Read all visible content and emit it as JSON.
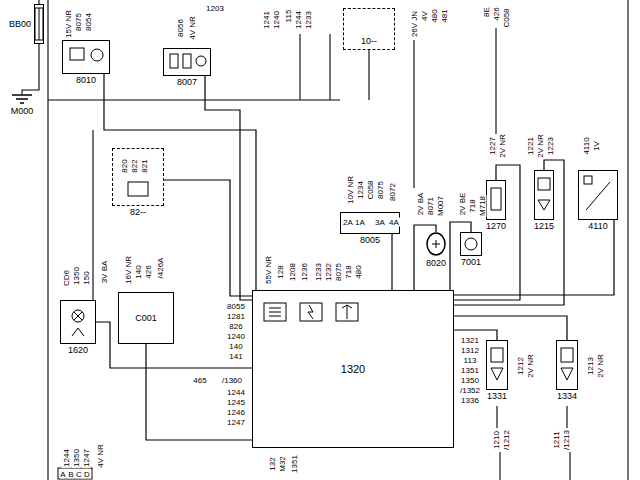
{
  "diagram": {
    "nodes": [
      {
        "text": [
          "BB00"
        ]
      },
      {
        "text": [
          "M000"
        ]
      },
      {
        "text": [
          "8010"
        ]
      },
      {
        "text": [
          "8007"
        ]
      },
      {
        "text": [
          "10--"
        ]
      },
      {
        "text": [
          "82--"
        ]
      },
      {
        "text": [
          "C001"
        ]
      },
      {
        "text": [
          "1620"
        ]
      },
      {
        "text": [
          "8005"
        ]
      },
      {
        "text": [
          "8020"
        ]
      },
      {
        "text": [
          "7001"
        ]
      },
      {
        "text": [
          "1270"
        ]
      },
      {
        "text": [
          "1215"
        ]
      },
      {
        "text": [
          "4110"
        ]
      },
      {
        "text": [
          "1320"
        ]
      },
      {
        "text": [
          "1331"
        ]
      },
      {
        "text": [
          "1334"
        ]
      }
    ],
    "edges": [
      {
        "from": 14,
        "to": 15,
        "arrow": "none"
      },
      {
        "from": 14,
        "to": 16,
        "arrow": "none"
      },
      {
        "from": 14,
        "to": 7,
        "arrow": "none"
      },
      {
        "from": 14,
        "to": 6,
        "arrow": "none"
      },
      {
        "from": 14,
        "to": 8,
        "arrow": "none"
      },
      {
        "from": 14,
        "to": 9,
        "arrow": "none"
      },
      {
        "from": 14,
        "to": 10,
        "arrow": "none"
      },
      {
        "from": 14,
        "to": 11,
        "arrow": "none"
      },
      {
        "from": 14,
        "to": 12,
        "arrow": "none"
      },
      {
        "from": 14,
        "to": 13,
        "arrow": "none"
      },
      {
        "from": 14,
        "to": 5,
        "arrow": "none"
      },
      {
        "from": 14,
        "to": 3,
        "arrow": "none"
      },
      {
        "from": 14,
        "to": 2,
        "arrow": "none"
      }
    ],
    "labels": [
      "15V NR",
      "8075",
      "8054",
      "1203",
      "8056",
      "4V NR",
      "1241",
      "1240",
      "115",
      "1244",
      "1233",
      "26V JN",
      "4V",
      "480",
      "481",
      "8E",
      "426",
      "C058",
      "820",
      "822",
      "821",
      "1227",
      "2V NR",
      "1221",
      "2V NR",
      "1223",
      "4110",
      "1V",
      "10V NR",
      "1234",
      "C058",
      "8075",
      "8072",
      "2A",
      "1A",
      "3A",
      "4A",
      "2V BA",
      "8071",
      "M007",
      "2V BE",
      "718",
      "M718",
      "16V NR",
      "140",
      "426",
      "/426A",
      "CD6",
      "1350",
      "150",
      "3V BA",
      "8055",
      "1281",
      "826",
      "1240",
      "140",
      "141",
      "465",
      "/1360",
      "1244",
      "1245",
      "1246",
      "1247",
      "55V NR",
      "128",
      "1208",
      "1236",
      "1233",
      "1232",
      "8075",
      "718",
      "480",
      "1321",
      "1312",
      "113",
      "1351",
      "1350",
      "/1352",
      "1336",
      "1212",
      "2V NR",
      "1213",
      "2V NR",
      "1244",
      "1350",
      "1247",
      "4V NR",
      "A",
      "B",
      "C",
      "D",
      "132",
      "M32",
      "1351",
      "1210",
      "/1212",
      "1211",
      "/1213"
    ]
  }
}
